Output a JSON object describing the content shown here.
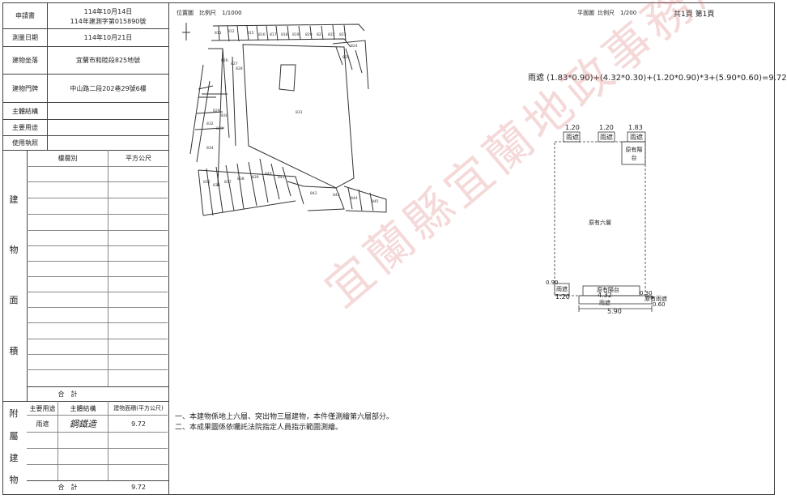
{
  "form": {
    "applicant_label": "申請書",
    "applicant_date": "114年10月14日",
    "applicant_no": "114年建測字第015890號",
    "survey_date_label": "測量日期",
    "survey_date": "114年10月21日",
    "location_label": "建物坐落",
    "location": "宜蘭市和睦段825地號",
    "doorplate_label": "建物門牌",
    "doorplate": "中山路二段202巷29號6樓",
    "structure_label": "主體結構",
    "use_label": "主要用途",
    "license_label": "使用執照"
  },
  "area_table": {
    "col_floor": "樓層別",
    "col_area": "平方公尺",
    "side_chars": [
      "建",
      "物",
      "面",
      "積"
    ],
    "total_label": "合　計"
  },
  "annex_table": {
    "side_chars": [
      "附",
      "屬",
      "建",
      "物"
    ],
    "col_use": "主要用途",
    "col_structure": "主體結構",
    "col_area": "建物面積(平方公尺)",
    "row_use": "雨遮",
    "row_structure": "鋼鐵造",
    "row_area": "9.72",
    "total_label": "合　計",
    "total_area": "9.72"
  },
  "location_map": {
    "title": "位置圖",
    "scale": "比例尺　1/1000",
    "parcels": [
      "811",
      "812",
      "815",
      "816",
      "817",
      "818",
      "819",
      "820",
      "821",
      "822",
      "823",
      "824",
      "825",
      "826",
      "827",
      "828",
      "829",
      "830",
      "831",
      "832",
      "833",
      "834",
      "835",
      "836",
      "837",
      "838",
      "839",
      "840",
      "841",
      "842",
      "843",
      "844",
      "845"
    ]
  },
  "plan": {
    "title": "平面圖",
    "scale": "比例尺　1/200",
    "page_info": "共1頁 第1頁",
    "formula": "雨遮 (1.83*0.90)+(4.32*0.30)+(1.20*0.90)*3+(5.90*0.60)=9.72",
    "labels": {
      "dim_120a": "1.20",
      "dim_120b": "1.20",
      "dim_183": "1.83",
      "dim_090": "0.90",
      "awning": "雨遮",
      "balcony_top": "原有陽台",
      "floor": "原有六層",
      "balcony_bottom": "原有陽台",
      "dim_432": "4.32",
      "dim_030": "0.30",
      "dim_120c": "1.20",
      "dim_590": "5.90",
      "dim_060": "0.60",
      "awning_orig": "原有雨遮"
    }
  },
  "notes": {
    "note1": "一、本建物係地上六層、突出物三層建物，本件僅測繪第六層部分。",
    "note2": "二、本成果圖係依囑託法院指定人員指示範圍測繪。"
  },
  "watermark": "宜蘭縣宜蘭地政事務所"
}
